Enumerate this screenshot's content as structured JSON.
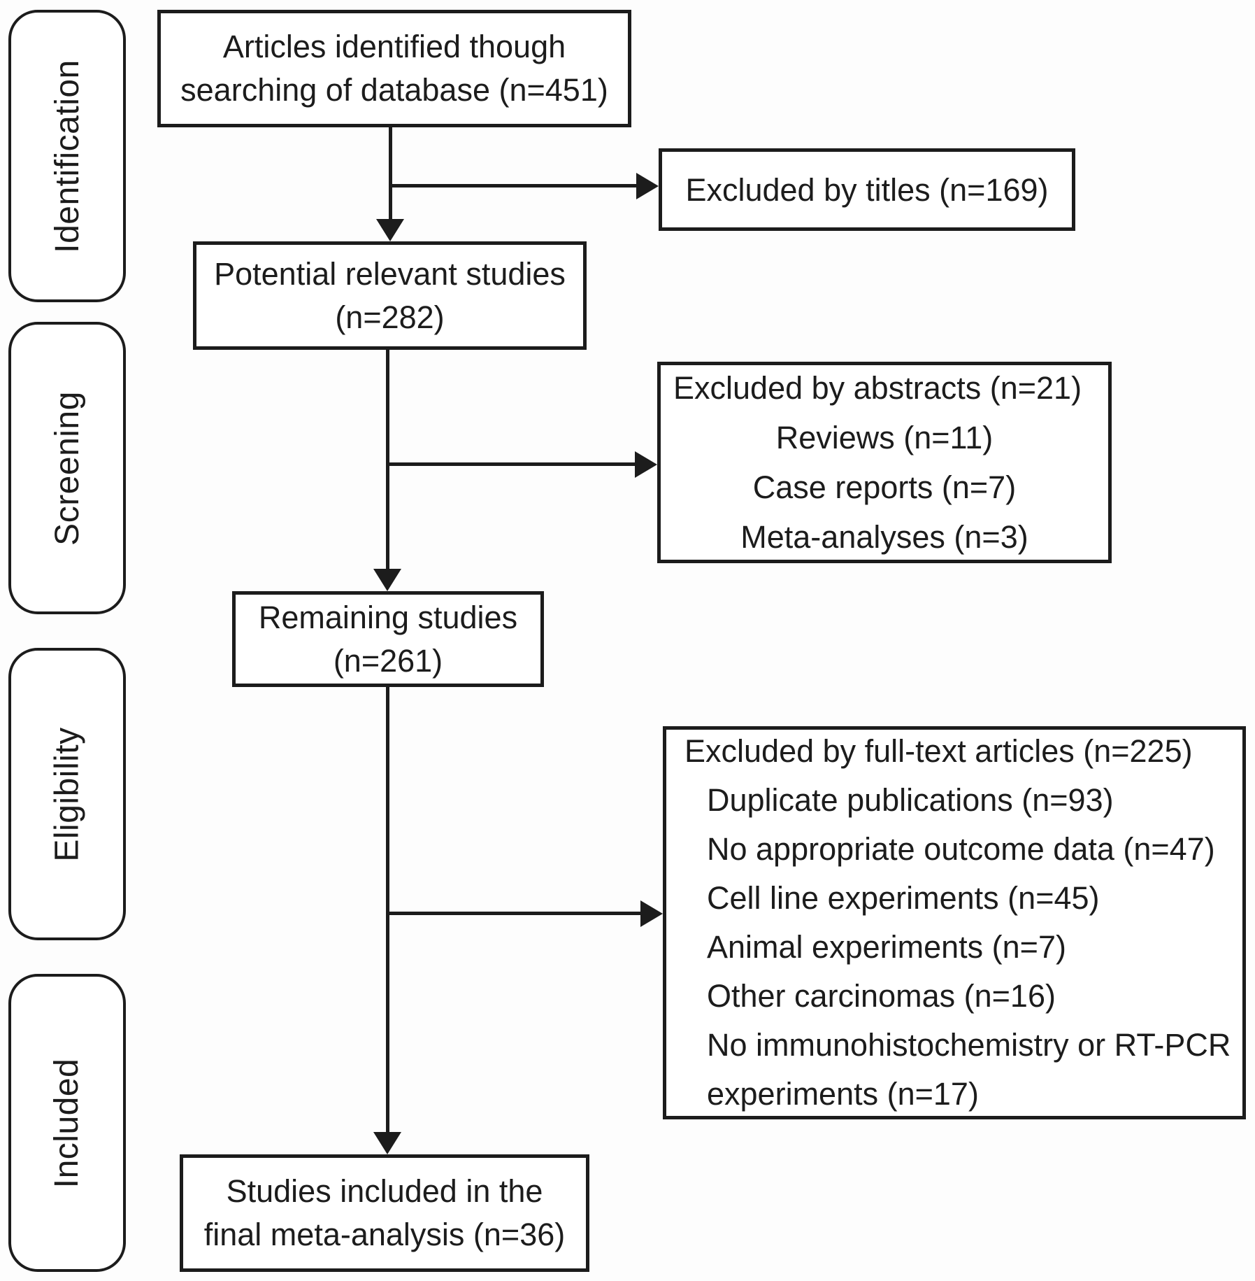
{
  "diagram": {
    "type": "flowchart",
    "colors": {
      "stroke": "#1c1c1c",
      "background": "#ffffff"
    },
    "stages": [
      {
        "label": "Identification"
      },
      {
        "label": "Screening"
      },
      {
        "label": "Eligibility"
      },
      {
        "label": "Included"
      }
    ],
    "flow_boxes": {
      "identified": {
        "line1": "Articles identified though",
        "line2": "searching of database (n=451)"
      },
      "potential": {
        "line1": "Potential relevant studies",
        "line2": "(n=282)"
      },
      "remaining": {
        "line1": "Remaining studies",
        "line2": "(n=261)"
      },
      "included": {
        "line1": "Studies included in the",
        "line2": "final meta-analysis (n=36)"
      }
    },
    "exclusion_boxes": {
      "titles": {
        "title": "Excluded by titles (n=169)"
      },
      "abstracts": {
        "title": "Excluded by abstracts (n=21)",
        "items": [
          "Reviews (n=11)",
          "Case reports (n=7)",
          "Meta-analyses (n=3)"
        ]
      },
      "fulltext": {
        "title": "Excluded by full-text articles (n=225)",
        "items": [
          "Duplicate publications (n=93)",
          "No appropriate outcome data (n=47)",
          "Cell line experiments (n=45)",
          "Animal experiments (n=7)",
          "Other carcinomas (n=16)",
          "No immunohistochemistry or RT-PCR experiments (n=17)"
        ]
      }
    }
  }
}
